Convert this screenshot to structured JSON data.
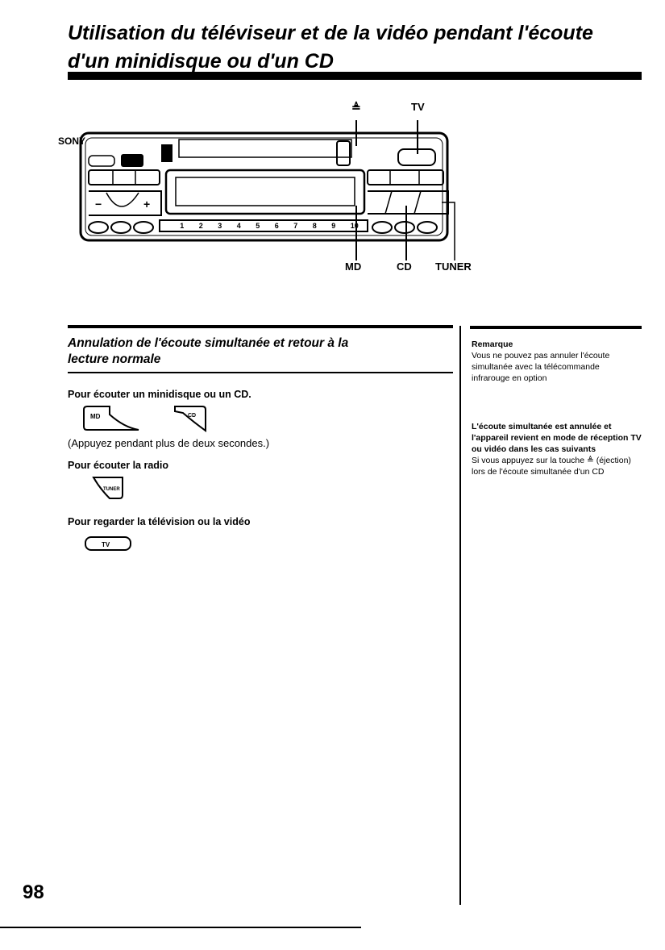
{
  "heading": {
    "line1": "Utilisation du téléviseur et de la vidéo pendant l'écoute",
    "line2": "d'un minidisque ou d'un CD"
  },
  "diagram": {
    "brand": "SONY",
    "labels": {
      "eject": "≜",
      "tv": "TV",
      "md": "MD",
      "cd": "CD",
      "tuner": "TUNER"
    },
    "preset_numbers": [
      "1",
      "2",
      "3",
      "4",
      "5",
      "6",
      "7",
      "8",
      "9",
      "10"
    ]
  },
  "section": {
    "title_line1": "Annulation de l'écoute simultanée et retour à la",
    "title_line2": "lecture normale",
    "listen_md_cd": "Pour écouter un minidisque ou un CD.",
    "btn_md": "MD",
    "btn_cd": "CD",
    "press_note": "(Appuyez pendant plus de deux secondes.)",
    "listen_radio": "Pour écouter la radio",
    "btn_tuner": "TUNER",
    "watch_tv": "Pour regarder la télévision ou la vidéo",
    "btn_tv": "TV"
  },
  "sidebar": {
    "remark_title": "Remarque",
    "remark_body": "Vous ne pouvez pas annuler l'écoute simultanée avec la télécommande infrarouge en option",
    "cancel_title": "L'écoute simultanée est annulée et l'appareil revient en mode de réception TV ou vidéo dans les cas suivants",
    "cancel_body": "Si vous appuyez sur la touche ≜ (éjection) lors de l'écoute simultanée d'un CD"
  },
  "page_number": "98"
}
